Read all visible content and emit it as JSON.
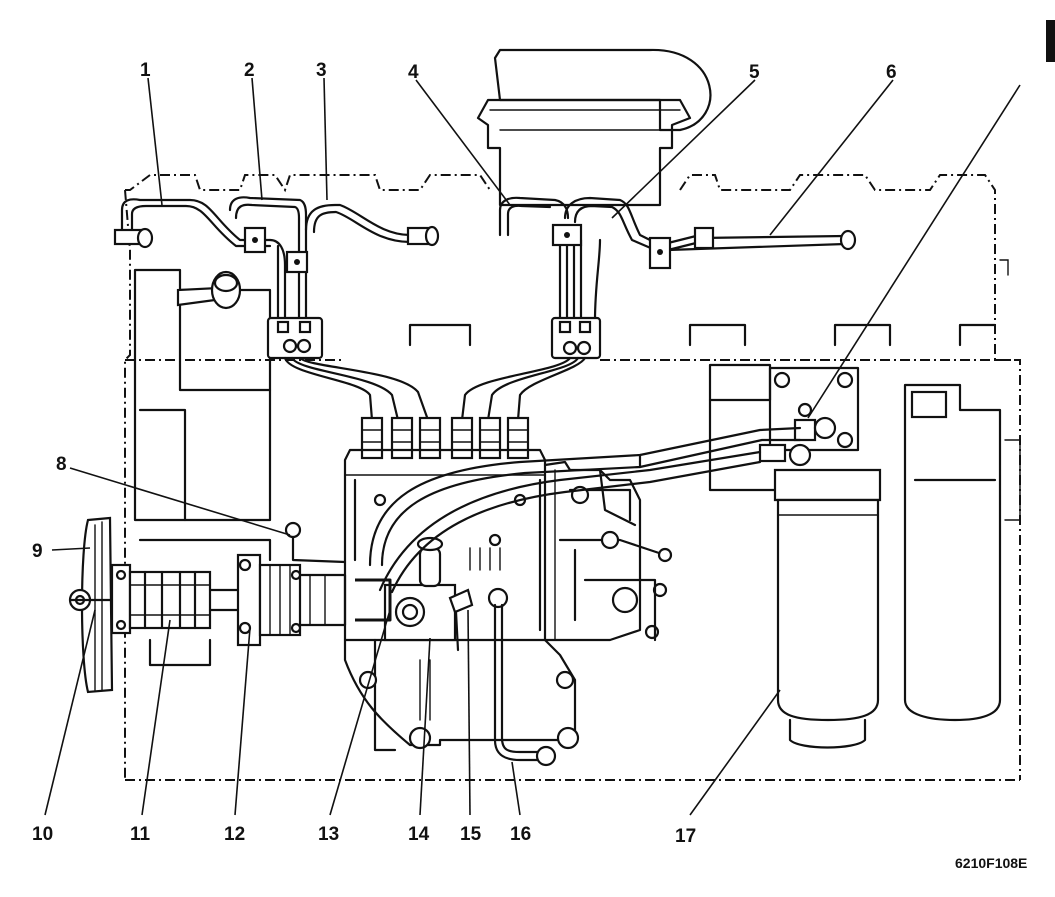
{
  "callouts": [
    {
      "id": "1",
      "label": "1"
    },
    {
      "id": "2",
      "label": "2"
    },
    {
      "id": "3",
      "label": "3"
    },
    {
      "id": "4",
      "label": "4"
    },
    {
      "id": "5",
      "label": "5"
    },
    {
      "id": "6",
      "label": "6"
    },
    {
      "id": "8",
      "label": "8"
    },
    {
      "id": "9",
      "label": "9"
    },
    {
      "id": "10",
      "label": "10"
    },
    {
      "id": "11",
      "label": "11"
    },
    {
      "id": "12",
      "label": "12"
    },
    {
      "id": "13",
      "label": "13"
    },
    {
      "id": "14",
      "label": "14"
    },
    {
      "id": "15",
      "label": "15"
    },
    {
      "id": "16",
      "label": "16"
    },
    {
      "id": "17",
      "label": "17"
    }
  ],
  "figure_code": "6210F108E"
}
